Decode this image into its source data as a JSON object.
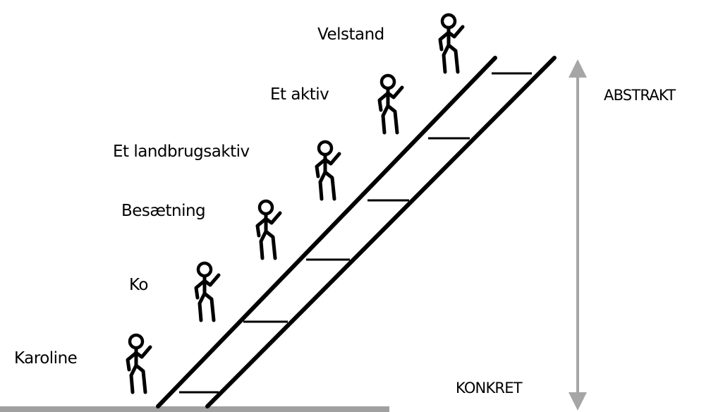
{
  "colors": {
    "ink": "#000000",
    "ground": "#a0a0a0",
    "axis_arrow": "#a6a6a6",
    "background": "#ffffff"
  },
  "levels": [
    {
      "label": "Karoline"
    },
    {
      "label": "Ko"
    },
    {
      "label": "Besætning"
    },
    {
      "label": "Et landbrugsaktiv"
    },
    {
      "label": "Et aktiv"
    },
    {
      "label": "Velstand"
    }
  ],
  "axis": {
    "top_label": "ABSTRAKT",
    "bottom_label": "KONKRET"
  },
  "figure_icon": "stick-figure-climbing-icon"
}
